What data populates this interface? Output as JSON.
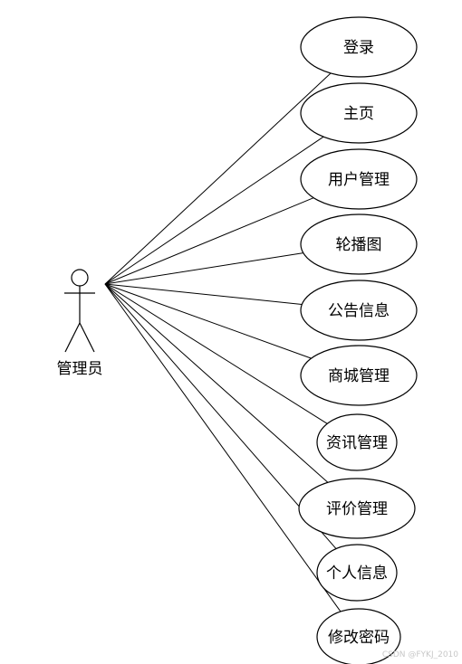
{
  "actor": {
    "label": "管理员"
  },
  "use_cases": [
    "登录",
    "主页",
    "用户管理",
    "轮播图",
    "公告信息",
    "商城管理",
    "资讯管理",
    "评价管理",
    "个人信息",
    "修改密码"
  ],
  "watermark": "CSDN @FYKJ_2010"
}
